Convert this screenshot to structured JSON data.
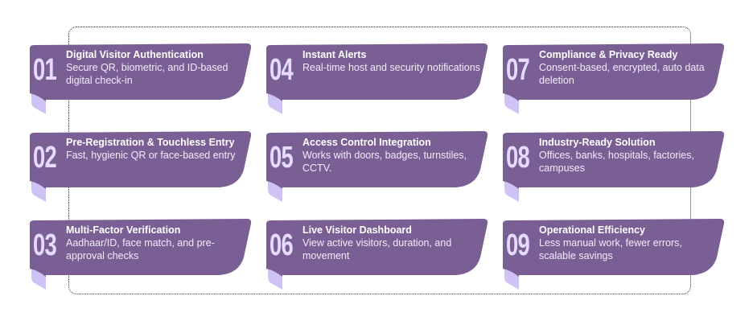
{
  "colors": {
    "card": "#7a5f95",
    "fold": "#cfc2f5",
    "number": "#e4dbff"
  },
  "features": [
    {
      "number": "01",
      "title": "Digital Visitor Authentication",
      "description": "Secure QR, biometric, and ID-based digital check-in"
    },
    {
      "number": "02",
      "title": "Pre-Registration & Touchless Entry",
      "description": "Fast, hygienic QR or face-based entry"
    },
    {
      "number": "03",
      "title": "Multi-Factor Verification",
      "description": "Aadhaar/ID, face match, and pre-approval checks"
    },
    {
      "number": "04",
      "title": "Instant Alerts",
      "description": "Real-time host and security notifications"
    },
    {
      "number": "05",
      "title": "Access Control Integration",
      "description": "Works with doors, badges, turnstiles, CCTV."
    },
    {
      "number": "06",
      "title": "Live Visitor Dashboard",
      "description": "View active visitors, duration, and movement"
    },
    {
      "number": "07",
      "title": "Compliance & Privacy Ready",
      "description": "Consent-based, encrypted, auto data deletion"
    },
    {
      "number": "08",
      "title": "Industry-Ready Solution",
      "description": "Offices, banks, hospitals, factories, campuses"
    },
    {
      "number": "09",
      "title": "Operational Efficiency",
      "description": "Less manual work, fewer errors, scalable savings"
    }
  ]
}
